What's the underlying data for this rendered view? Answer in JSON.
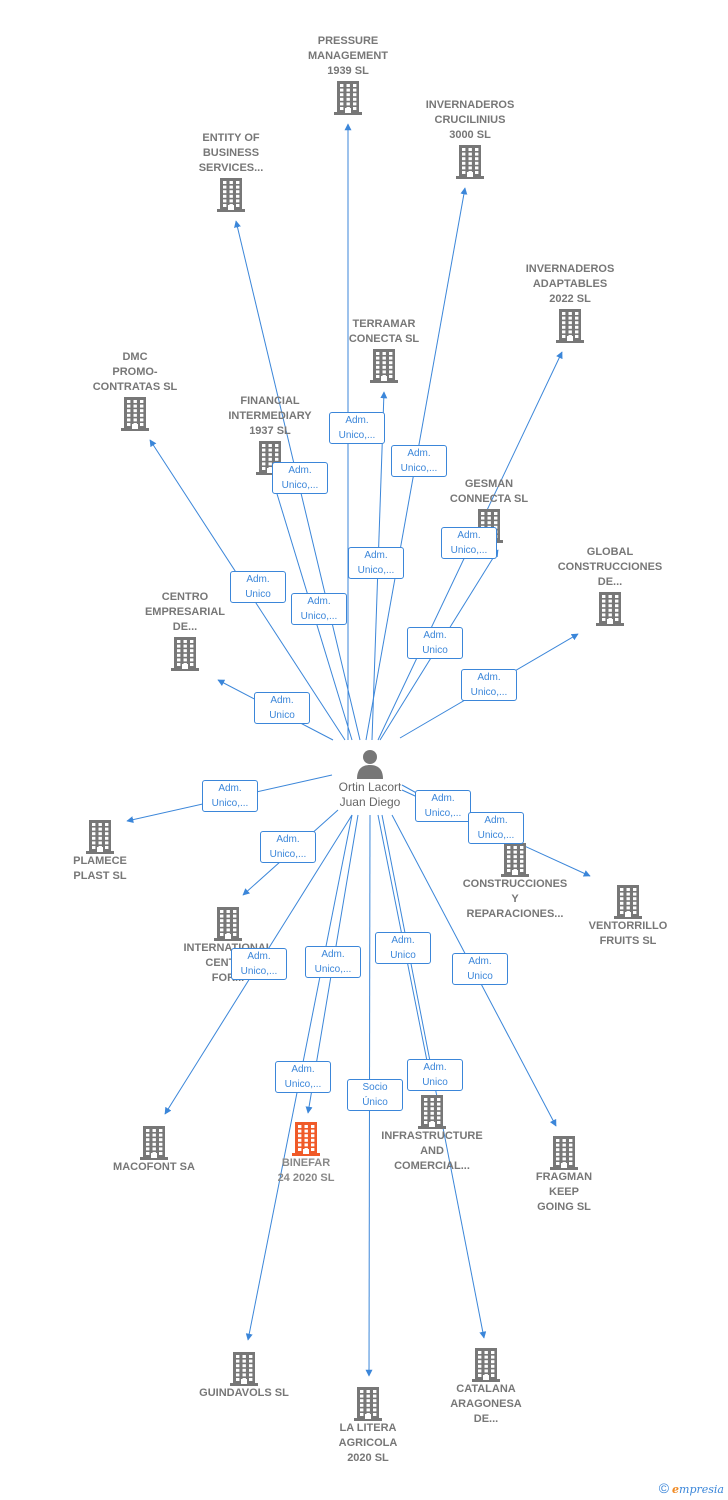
{
  "colors": {
    "edge": "#3b86d9",
    "building": "#777777",
    "highlight": "#f05a28"
  },
  "person": {
    "name": "Ortin Lacort\nJuan Diego",
    "icon": "person-icon"
  },
  "companies": [
    {
      "id": "pressure",
      "name": "PRESSURE\nMANAGEMENT\n1939  SL",
      "icon": "building-icon"
    },
    {
      "id": "crucilinius",
      "name": "INVERNADEROS\nCRUCILINIUS\n3000  SL",
      "icon": "building-icon"
    },
    {
      "id": "entity",
      "name": "ENTITY OF\nBUSINESS\nSERVICES...",
      "icon": "building-icon"
    },
    {
      "id": "adaptables",
      "name": "INVERNADEROS\nADAPTABLES\n2022  SL",
      "icon": "building-icon"
    },
    {
      "id": "terramar",
      "name": "TERRAMAR\nCONECTA  SL",
      "icon": "building-icon"
    },
    {
      "id": "dmc",
      "name": "DMC\nPROMO-\nCONTRATAS SL",
      "icon": "building-icon"
    },
    {
      "id": "financial",
      "name": "FINANCIAL\nINTERMEDIARY\n1937  SL",
      "icon": "building-icon"
    },
    {
      "id": "gesman",
      "name": "GESMAN\nCONNECTA  SL",
      "icon": "building-icon"
    },
    {
      "id": "global",
      "name": "GLOBAL\nCONSTRUCCIONES\nDE...",
      "icon": "building-icon"
    },
    {
      "id": "centro",
      "name": "CENTRO\nEMPRESARIAL\nDE...",
      "icon": "building-icon"
    },
    {
      "id": "plamece",
      "name": "PLAMECE\nPLAST SL",
      "icon": "building-icon"
    },
    {
      "id": "construcciones",
      "name": "CONSTRUCCIONES\nY\nREPARACIONES...",
      "icon": "building-icon"
    },
    {
      "id": "ventorrillo",
      "name": "VENTORRILLO\nFRUITS  SL",
      "icon": "building-icon"
    },
    {
      "id": "international",
      "name": "INTERNATIONAL\nCENTER\nFOR...",
      "icon": "building-icon"
    },
    {
      "id": "macofont",
      "name": "MACOFONT SA",
      "icon": "building-icon"
    },
    {
      "id": "binefar",
      "name": "BINEFAR\n24 2020  SL",
      "icon": "building-icon"
    },
    {
      "id": "infrastructure",
      "name": "INFRASTRUCTURE\nAND\nCOMERCIAL...",
      "icon": "building-icon"
    },
    {
      "id": "fragman",
      "name": "FRAGMAN\nKEEP\nGOING  SL",
      "icon": "building-icon"
    },
    {
      "id": "guindavols",
      "name": "GUINDAVOLS SL",
      "icon": "building-icon"
    },
    {
      "id": "litera",
      "name": "LA LITERA\nAGRICOLA\n2020  SL",
      "icon": "building-icon"
    },
    {
      "id": "catalana",
      "name": "CATALANA\nARAGONESA\nDE...",
      "icon": "building-icon"
    }
  ],
  "roles": [
    {
      "id": "r1",
      "text": "Adm.\nUnico,..."
    },
    {
      "id": "r2",
      "text": "Adm.\nUnico,..."
    },
    {
      "id": "r3",
      "text": "Adm.\nUnico,..."
    },
    {
      "id": "r4",
      "text": "Adm.\nUnico,..."
    },
    {
      "id": "r5",
      "text": "Adm.\nUnico,..."
    },
    {
      "id": "r6",
      "text": "Adm.\nUnico"
    },
    {
      "id": "r7",
      "text": "Adm.\nUnico,..."
    },
    {
      "id": "r8",
      "text": "Adm.\nUnico"
    },
    {
      "id": "r9",
      "text": "Adm.\nUnico,..."
    },
    {
      "id": "r10",
      "text": "Adm.\nUnico"
    },
    {
      "id": "r11",
      "text": "Adm.\nUnico,..."
    },
    {
      "id": "r12",
      "text": "Adm.\nUnico,..."
    },
    {
      "id": "r13",
      "text": "Adm.\nUnico,..."
    },
    {
      "id": "r14",
      "text": "Adm.\nUnico,..."
    },
    {
      "id": "r15",
      "text": "Adm.\nUnico"
    },
    {
      "id": "r16",
      "text": "Adm.\nUnico,..."
    },
    {
      "id": "r17",
      "text": "Adm.\nUnico,..."
    },
    {
      "id": "r18",
      "text": "Adm.\nUnico"
    },
    {
      "id": "r19",
      "text": "Adm.\nUnico,..."
    },
    {
      "id": "r20",
      "text": "Socio\nÚnico"
    },
    {
      "id": "r21",
      "text": "Adm.\nUnico"
    }
  ],
  "footer": {
    "copyright": "©",
    "brand_e": "e",
    "brand_rest": "mpresia"
  }
}
